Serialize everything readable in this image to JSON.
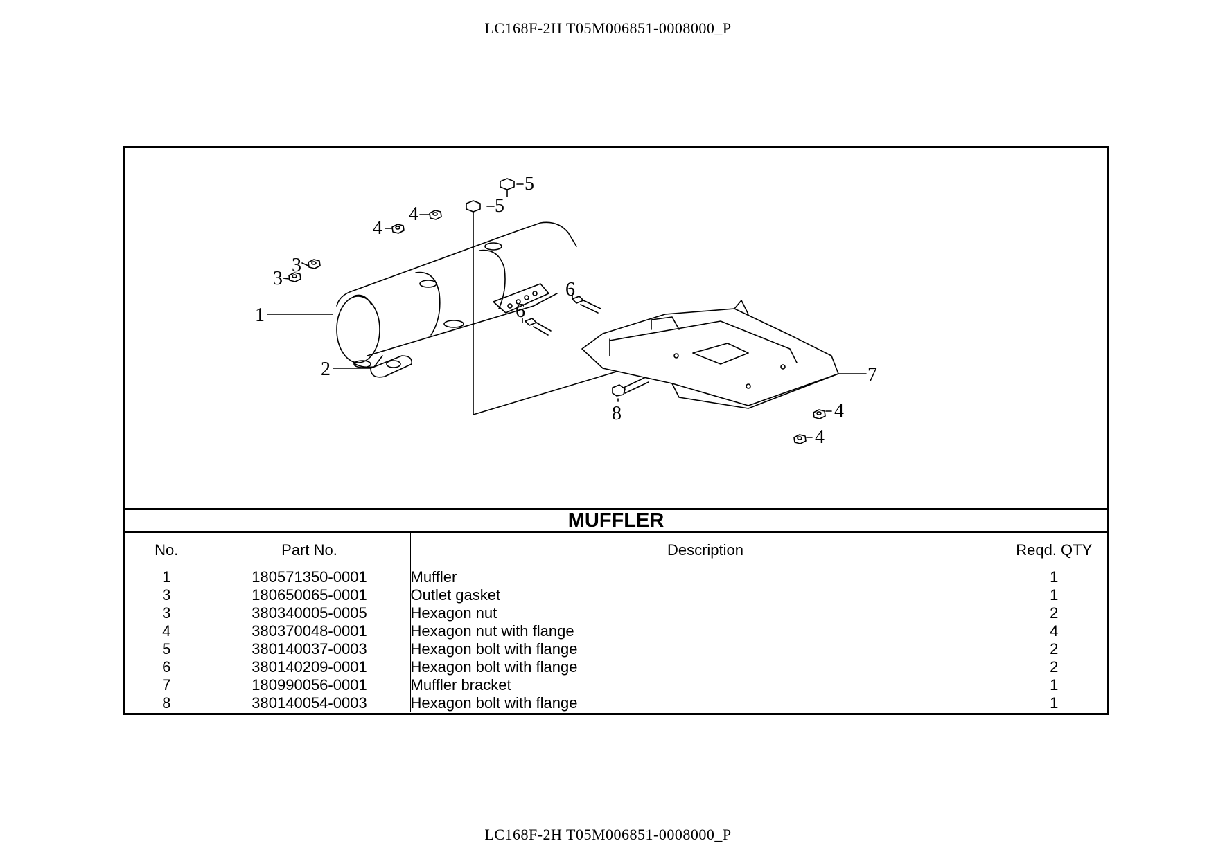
{
  "header": "LC168F-2H T05M006851-0008000_P",
  "footer": "LC168F-2H T05M006851-0008000_P",
  "section_title": "MUFFLER",
  "columns": {
    "no": "No.",
    "part_no": "Part No.",
    "description": "Description",
    "qty": "Reqd. QTY"
  },
  "parts": [
    {
      "no": "1",
      "part_no": "180571350-0001",
      "description": "Muffler",
      "qty": "1"
    },
    {
      "no": "3",
      "part_no": "180650065-0001",
      "description": "Outlet gasket",
      "qty": "1"
    },
    {
      "no": "3",
      "part_no": "380340005-0005",
      "description": "Hexagon nut",
      "qty": "2"
    },
    {
      "no": "4",
      "part_no": "380370048-0001",
      "description": "Hexagon nut with flange",
      "qty": "4"
    },
    {
      "no": "5",
      "part_no": "380140037-0003",
      "description": "Hexagon bolt with flange",
      "qty": "2"
    },
    {
      "no": "6",
      "part_no": "380140209-0001",
      "description": "Hexagon bolt with flange",
      "qty": "2"
    },
    {
      "no": "7",
      "part_no": "180990056-0001",
      "description": "Muffler bracket",
      "qty": "1"
    },
    {
      "no": "8",
      "part_no": "380140054-0003",
      "description": "Hexagon bolt with flange",
      "qty": "1"
    }
  ],
  "callouts": {
    "c1": "1",
    "c2": "2",
    "c3a": "3",
    "c3b": "3",
    "c4a": "4",
    "c4b": "4",
    "c4c": "4",
    "c4d": "4",
    "c5a": "5",
    "c5b": "5",
    "c6a": "6",
    "c6b": "6",
    "c7": "7",
    "c8": "8"
  }
}
